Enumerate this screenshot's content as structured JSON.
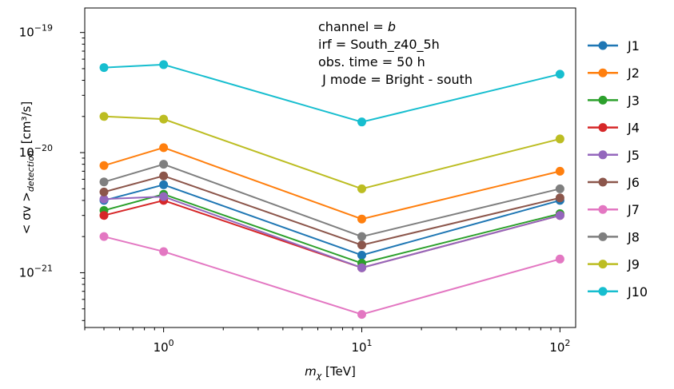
{
  "chart_data": {
    "type": "line",
    "xscale": "log",
    "yscale": "log",
    "xlim": [
      0.4,
      120
    ],
    "ylim": [
      3.5e-22,
      1.6e-19
    ],
    "xlabel": {
      "base": "m",
      "sub": "χ",
      "rest": " [TeV]"
    },
    "ylabel": {
      "main": "< σv >",
      "sub": "detection",
      "unit": "[cm³/s]"
    },
    "x_ticks": [
      {
        "value": 1,
        "base": "10",
        "exp": "0"
      },
      {
        "value": 10,
        "base": "10",
        "exp": "1"
      },
      {
        "value": 100,
        "base": "10",
        "exp": "2"
      }
    ],
    "y_ticks": [
      {
        "value": 1e-21,
        "base": "10",
        "exp": "−21"
      },
      {
        "value": 1e-20,
        "base": "10",
        "exp": "−20"
      },
      {
        "value": 1e-19,
        "base": "10",
        "exp": "−19"
      }
    ],
    "grid": false,
    "legend_position": "outside-right",
    "annotations": {
      "channel_prefix": "channel = ",
      "channel_value": "b",
      "irf": "irf = South_z40_5h",
      "obs_time": "obs. time = 50 h",
      "j_mode": " J mode = Bright - south"
    },
    "x": [
      0.5,
      1,
      10,
      100
    ],
    "series": [
      {
        "name": "J1",
        "color": "#1f77b4",
        "values": [
          4e-21,
          5.4e-21,
          1.4e-21,
          4e-21
        ]
      },
      {
        "name": "J2",
        "color": "#ff7f0e",
        "values": [
          7.8e-21,
          1.1e-20,
          2.8e-21,
          7e-21
        ]
      },
      {
        "name": "J3",
        "color": "#2ca02c",
        "values": [
          3.3e-21,
          4.5e-21,
          1.2e-21,
          3.1e-21
        ]
      },
      {
        "name": "J4",
        "color": "#d62728",
        "values": [
          3e-21,
          4e-21,
          1.1e-21,
          3e-21
        ]
      },
      {
        "name": "J5",
        "color": "#9467bd",
        "values": [
          4.1e-21,
          4.3e-21,
          1.1e-21,
          3e-21
        ]
      },
      {
        "name": "J6",
        "color": "#8c564b",
        "values": [
          4.7e-21,
          6.4e-21,
          1.7e-21,
          4.2e-21
        ]
      },
      {
        "name": "J7",
        "color": "#e377c2",
        "values": [
          2e-21,
          1.5e-21,
          4.5e-22,
          1.3e-21
        ]
      },
      {
        "name": "J8",
        "color": "#7f7f7f",
        "values": [
          5.7e-21,
          8e-21,
          2e-21,
          5e-21
        ]
      },
      {
        "name": "J9",
        "color": "#bcbd22",
        "values": [
          2e-20,
          1.9e-20,
          5e-21,
          1.3e-20
        ]
      },
      {
        "name": "J10",
        "color": "#17becf",
        "values": [
          5.1e-20,
          5.4e-20,
          1.8e-20,
          4.5e-20
        ]
      }
    ]
  }
}
